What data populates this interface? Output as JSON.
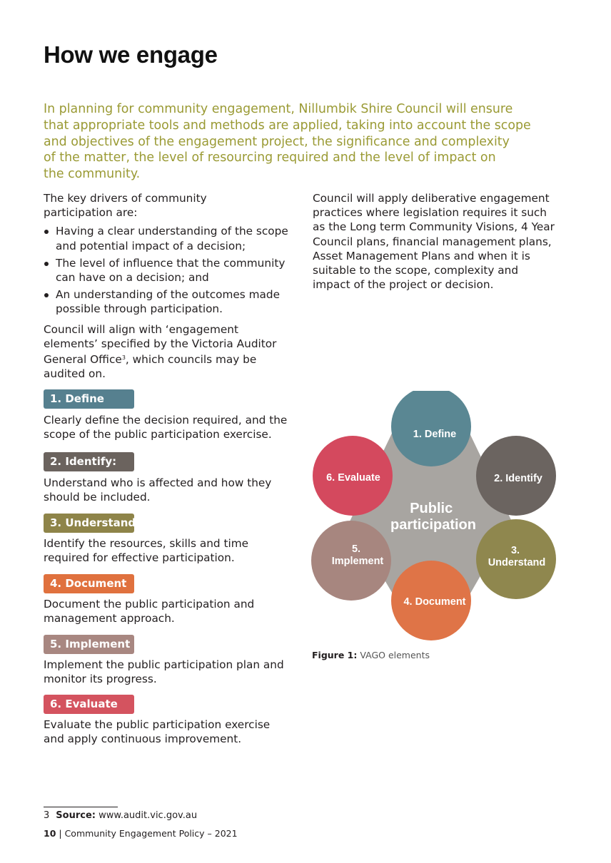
{
  "title": "How we engage",
  "intro_lines": [
    "In planning for community engagement, Nillumbik Shire Council will ensure",
    "that appropriate tools and methods are applied, taking into account the scope",
    "and objectives of the engagement project, the significance and complexity",
    "of the matter, the level of resourcing required and the level of impact on",
    "the community."
  ],
  "left_column": {
    "drivers_intro": [
      "The key drivers of community",
      "participation are:"
    ],
    "bullets": [
      [
        "Having a clear understanding of the scope",
        "and potential impact of a decision;"
      ],
      [
        "The level of influence that the community",
        "can have on a decision; and"
      ],
      [
        "An understanding of the outcomes made",
        "possible through participation."
      ]
    ],
    "vago_para": {
      "line1": "Council will align with ‘engagement",
      "line2": "elements’ specified by the Victoria Auditor",
      "line3_pre": "General Office",
      "footnote_ref": "3",
      "line3_post": ", which councils may be",
      "line4": "audited on."
    }
  },
  "right_column_lines": [
    "Council will apply deliberative engagement",
    "practices where legislation requires it such",
    "as the Long term Community Visions, 4 Year",
    "Council plans, financial management plans,",
    "Asset Management Plans and when it is",
    "suitable to the scope, complexity and",
    "impact of the project or decision."
  ],
  "steps": [
    {
      "tag": "1. Define",
      "color": "#56808f",
      "desc": [
        "Clearly define the decision required, and the",
        "scope of the public participation exercise."
      ]
    },
    {
      "tag": "2. Identify:",
      "color": "#6b635e",
      "desc": [
        "Understand who is affected and how they",
        "should be included."
      ]
    },
    {
      "tag": "3. Understand",
      "color": "#8e8449",
      "desc": [
        "Identify the resources, skills and time",
        "required for effective participation."
      ]
    },
    {
      "tag": "4. Document",
      "color": "#e0713e",
      "desc": [
        "Document the public participation and",
        "management approach."
      ]
    },
    {
      "tag": "5. Implement",
      "color": "#a88781",
      "desc": [
        "Implement the public participation plan and",
        "monitor its progress."
      ]
    },
    {
      "tag": "6. Evaluate",
      "color": "#d4535f",
      "desc": [
        "Evaluate the public participation exercise",
        "and apply continuous improvement."
      ]
    }
  ],
  "diagram": {
    "center_lines": [
      "Public",
      "participation"
    ],
    "center_color": "#a8a5a1",
    "petals": [
      {
        "lines": [
          "1. Define"
        ],
        "color": "#5a8793"
      },
      {
        "lines": [
          "2. Identify"
        ],
        "color": "#6b6460"
      },
      {
        "lines": [
          "3.",
          "Understand"
        ],
        "color": "#8f874e"
      },
      {
        "lines": [
          "4. Document"
        ],
        "color": "#df7447"
      },
      {
        "lines": [
          "5.",
          "Implement"
        ],
        "color": "#a7867f"
      },
      {
        "lines": [
          "6. Evaluate"
        ],
        "color": "#d4495e"
      }
    ]
  },
  "caption": {
    "label": "Figure 1:",
    "text": "VAGO elements"
  },
  "footnote": {
    "number": "3",
    "label": "Source:",
    "text": "www.audit.vic.gov.au"
  },
  "footer": {
    "page": "10",
    "text": "| Community Engagement Policy – 2021"
  },
  "colors": {
    "intro": "#9a9a34",
    "body_text": "#231f20"
  }
}
